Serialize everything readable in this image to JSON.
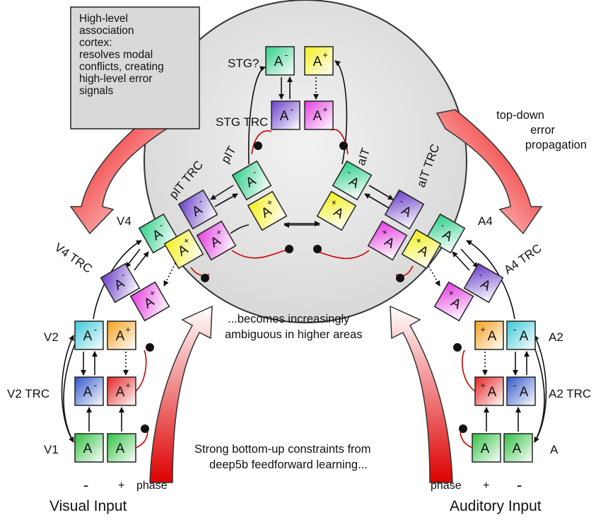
{
  "note": {
    "lines": [
      "High-level",
      "association",
      "cortex:",
      "resolves modal",
      "conflicts, creating",
      "high-level error",
      "signals"
    ]
  },
  "topdown": {
    "lines": [
      "top-down",
      "error",
      "propagation"
    ]
  },
  "labels": {
    "stg": "STG?",
    "stg_trc": "STG TRC",
    "pit": "pIT",
    "pit_trc": "pIT TRC",
    "ait": "aIT",
    "ait_trc": "aIT TRC",
    "v4": "V4",
    "v4_trc": "V4 TRC",
    "a4": "A4",
    "a4_trc": "A4 TRC",
    "v2": "V2",
    "v2_trc": "V2 TRC",
    "v1": "V1",
    "a2": "A2",
    "a2_trc": "A2 TRC",
    "a": "A",
    "minus": "-",
    "plus": "+",
    "phase_left": "phase",
    "phase_right": "phase",
    "visual_input": "Visual Input",
    "auditory_input": "Auditory Input",
    "ambiguous_1": "...becomes increasingly",
    "ambiguous_2": "ambiguous in higher areas",
    "strong_1": "Strong bottom-up constraints from",
    "strong_2": "deep5b feedforward learning..."
  },
  "box_text": {
    "letter": "A",
    "minus": "-",
    "plus": "+"
  },
  "colors": {
    "green": "#2ecf88",
    "violet": "#6a3fc8",
    "yellow": "#f2ef1c",
    "magenta": "#e43ee0",
    "cyan": "#3cc8d8",
    "orange": "#f5a01c",
    "blue": "#2f55c8",
    "red": "#e42222",
    "v1green": "#2fc040",
    "circle": "#e2e2e2",
    "note_bg": "#d9d9d9",
    "red_link": "#cc0000"
  }
}
